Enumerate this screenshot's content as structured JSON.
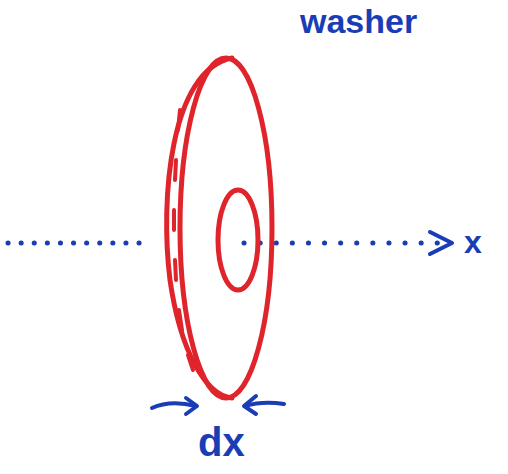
{
  "diagram": {
    "labels": [
      "washer",
      "x",
      "dx"
    ]
  }
}
